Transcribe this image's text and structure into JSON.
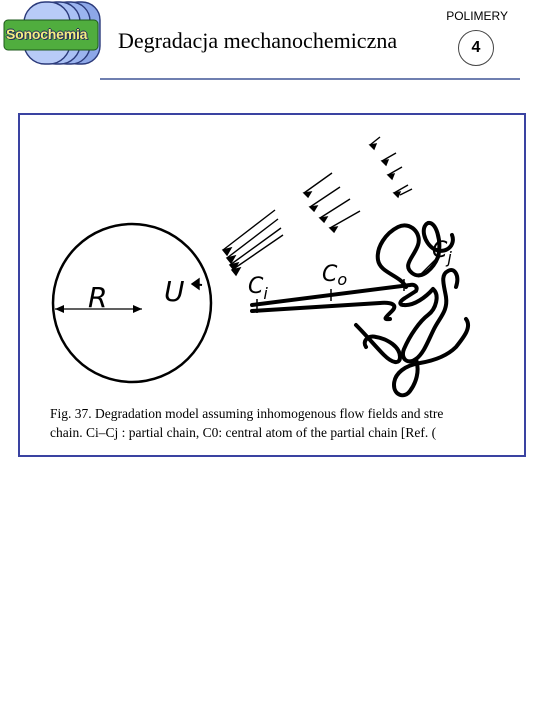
{
  "header": {
    "logo_text": "Sonochemia",
    "topic": "POLIMERY",
    "title": "Degradacja mechanochemiczna",
    "page_number": "4"
  },
  "figure": {
    "labels": {
      "radius": "R",
      "velocity": "U",
      "ci": "Ci",
      "c0": "C0",
      "cj": "Cj"
    },
    "caption_line1": "Fig. 37. Degradation model assuming inhomogenous flow fields and stre",
    "caption_line2": "chain. Ci–Cj : partial chain, C0: central atom of the partial chain [Ref. ("
  }
}
